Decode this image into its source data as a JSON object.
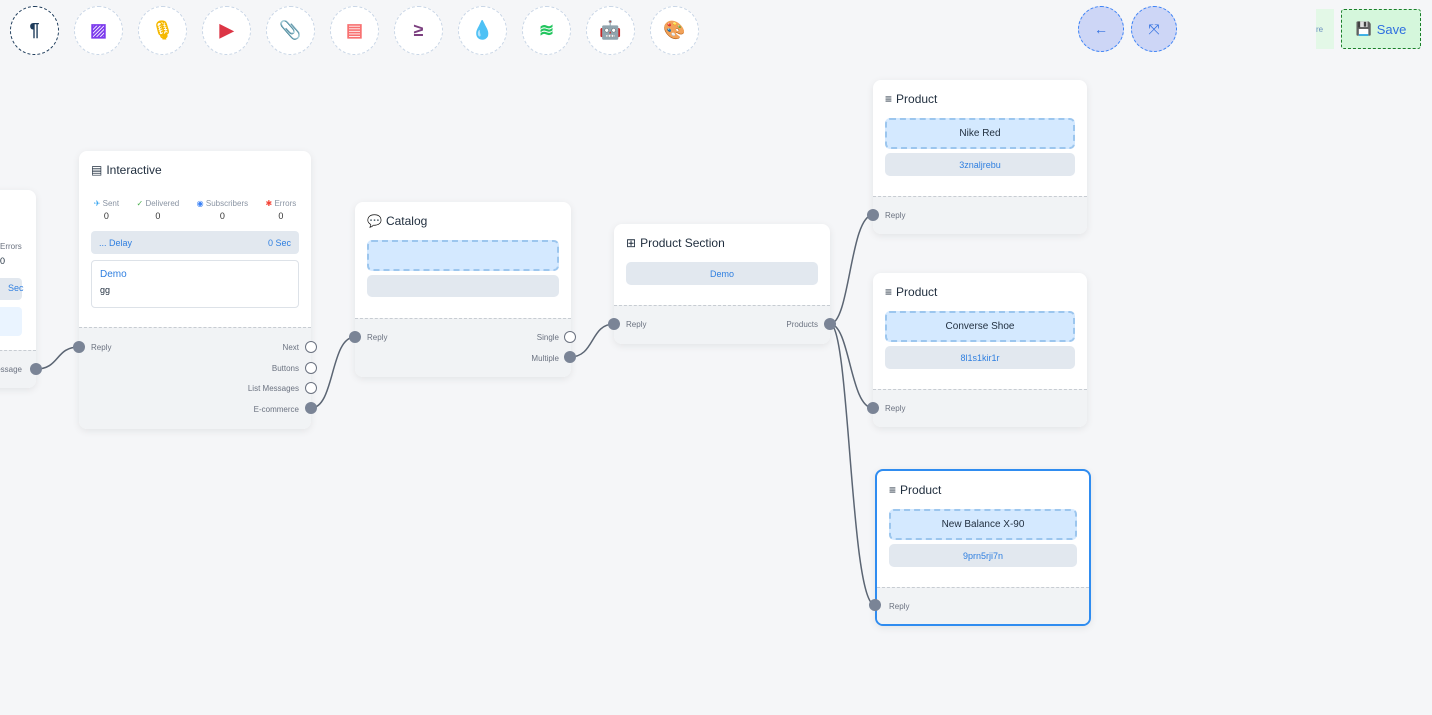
{
  "toolbar": {
    "tools": [
      {
        "icon": "paragraph-icon",
        "glyph": "¶",
        "color": "#1d3b5a"
      },
      {
        "icon": "image-icon",
        "glyph": "▨",
        "color": "#7c3aed"
      },
      {
        "icon": "microphone-icon",
        "glyph": "🎙",
        "color": "#f5b800"
      },
      {
        "icon": "youtube-icon",
        "glyph": "▶",
        "color": "#dc3545"
      },
      {
        "icon": "paperclip-icon",
        "glyph": "📎",
        "color": "#22a04b"
      },
      {
        "icon": "newspaper-icon",
        "glyph": "▤",
        "color": "#f87171"
      },
      {
        "icon": "greater-equal-icon",
        "glyph": "≥",
        "color": "#7b3f7f"
      },
      {
        "icon": "droplet-icon",
        "glyph": "💧",
        "color": "#c8102e"
      },
      {
        "icon": "stack-icon",
        "glyph": "≋",
        "color": "#22c55e"
      },
      {
        "icon": "robot-icon",
        "glyph": "🤖",
        "color": "#1d1df5"
      },
      {
        "icon": "palette-icon",
        "glyph": "🎨",
        "color": "#22cc33"
      }
    ],
    "back_glyph": "←",
    "fit_glyph": "⤧",
    "ghost_text": "re",
    "save_label": "Save"
  },
  "partial_node": {
    "errors_label": "Errors",
    "errors": "0",
    "delay": "Sec",
    "handle": "essage"
  },
  "interactive": {
    "title": "Interactive",
    "stats": [
      {
        "label": "Sent",
        "value": "0",
        "color": "#3ba7f0",
        "glyph": "✈"
      },
      {
        "label": "Delivered",
        "value": "0",
        "color": "#4caf50",
        "glyph": "✓"
      },
      {
        "label": "Subscribers",
        "value": "0",
        "color": "#3b82f6",
        "glyph": "◉"
      },
      {
        "label": "Errors",
        "value": "0",
        "color": "#f44336",
        "glyph": "✱"
      }
    ],
    "delay_label": "... Delay",
    "delay_value": "0 Sec",
    "message_title": "Demo",
    "message_body": "gg",
    "in": "Reply",
    "outs": [
      "Next",
      "Buttons",
      "List Messages",
      "E-commerce"
    ]
  },
  "catalog": {
    "title": "Catalog",
    "in": "Reply",
    "outs": [
      "Single",
      "Multiple"
    ]
  },
  "product_section": {
    "title": "Product Section",
    "item": "Demo",
    "in": "Reply",
    "out": "Products"
  },
  "products": [
    {
      "title": "Product",
      "name": "Nike Red",
      "id": "3znaljrebu",
      "in": "Reply"
    },
    {
      "title": "Product",
      "name": "Converse Shoe",
      "id": "8l1s1kir1r",
      "in": "Reply"
    },
    {
      "title": "Product",
      "name": "New Balance X-90",
      "id": "9prn5rji7n",
      "in": "Reply"
    }
  ]
}
